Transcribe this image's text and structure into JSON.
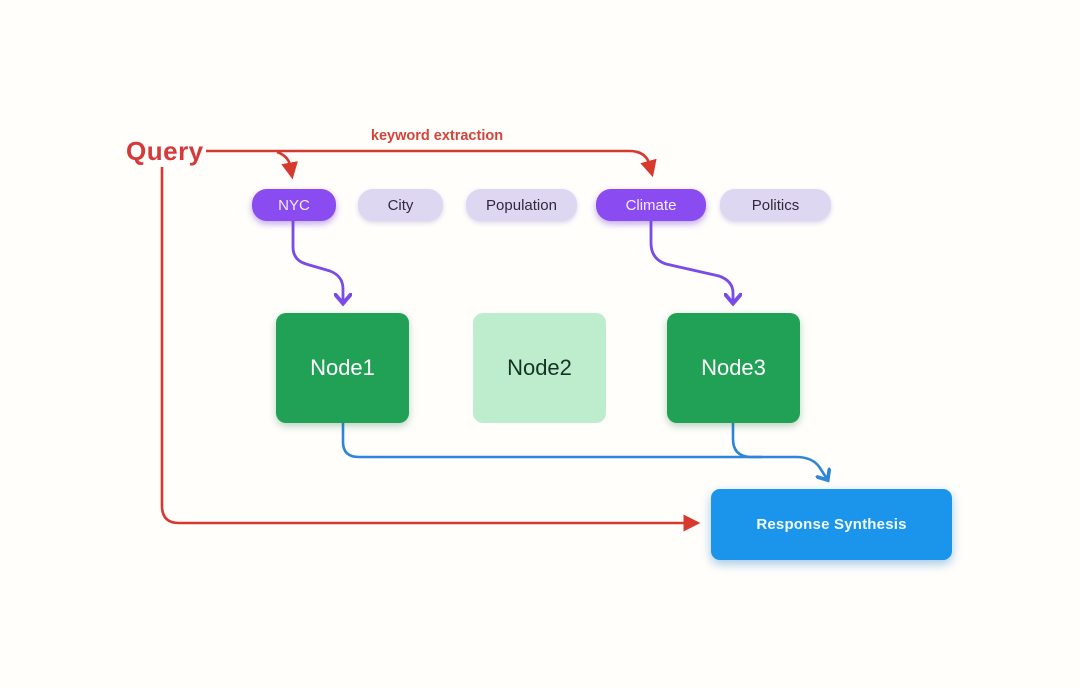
{
  "diagram": {
    "query": {
      "label": "Query"
    },
    "edge_labels": {
      "keyword_extraction": "keyword extraction"
    },
    "keywords": {
      "items": [
        {
          "label": "NYC",
          "state": "selected"
        },
        {
          "label": "City",
          "state": "unselected"
        },
        {
          "label": "Population",
          "state": "unselected"
        },
        {
          "label": "Climate",
          "state": "selected"
        },
        {
          "label": "Politics",
          "state": "unselected"
        }
      ]
    },
    "nodes": {
      "items": [
        {
          "label": "Node1",
          "state": "active"
        },
        {
          "label": "Node2",
          "state": "inactive"
        },
        {
          "label": "Node3",
          "state": "active"
        }
      ]
    },
    "response": {
      "label": "Response Synthesis"
    },
    "colors": {
      "query_red": "#d8392f",
      "keyword_selected_bg": "#8a4cf0",
      "keyword_unselected_bg": "#ddd7f1",
      "node_active_bg": "#21a156",
      "node_inactive_bg": "#bdedcd",
      "connector_purple": "#7a4be6",
      "connector_blue": "#2f85d8",
      "response_bg": "#1b95ec"
    }
  }
}
